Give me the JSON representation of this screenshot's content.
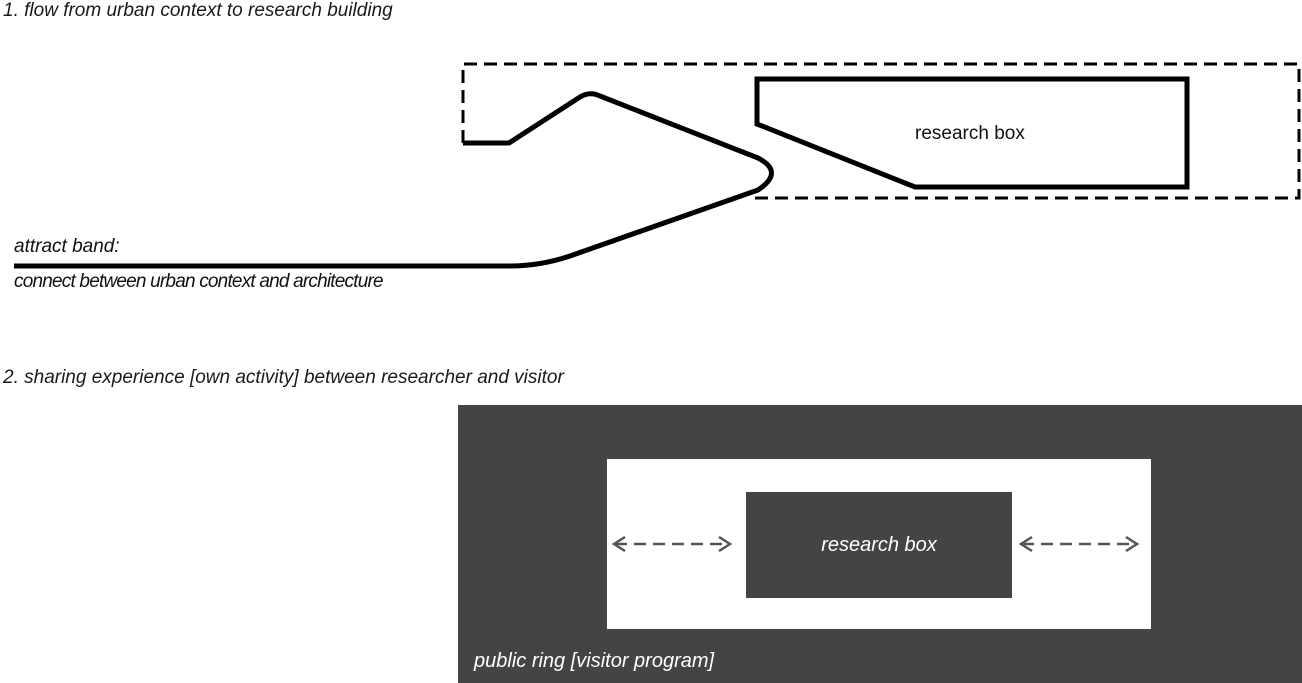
{
  "section1": {
    "heading": "1. flow from urban context to research building",
    "research_box_label": "research box",
    "attract_band_title": "attract band:",
    "attract_band_subtitle": "connect between urban context and architecture"
  },
  "section2": {
    "heading": "2. sharing experience [own activity] between researcher and visitor",
    "research_box_label": "research box",
    "public_ring_label": "public ring [visitor program]"
  },
  "colors": {
    "dark_fill": "#444444",
    "line": "#000000",
    "background": "#ffffff"
  }
}
